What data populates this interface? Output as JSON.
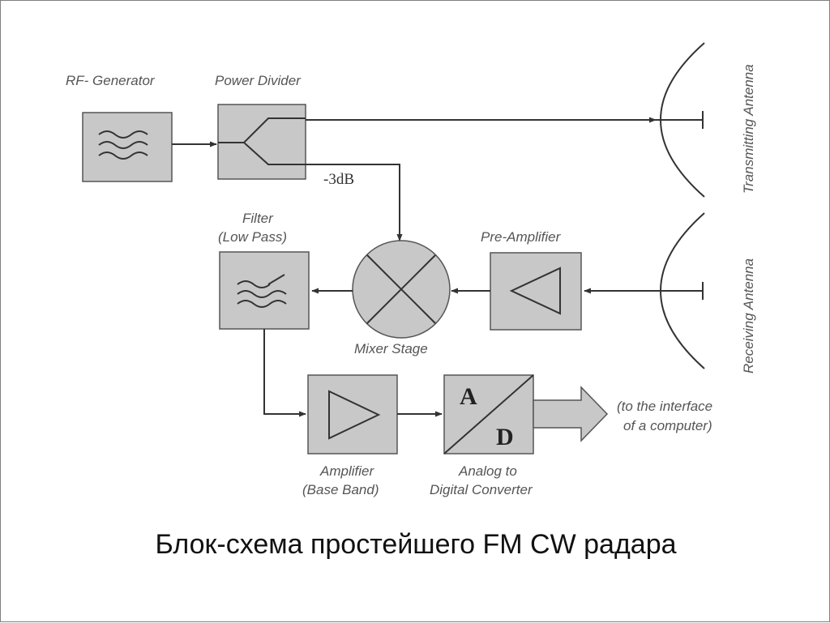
{
  "diagram": {
    "labels": {
      "rf_generator": "RF- Generator",
      "power_divider": "Power Divider",
      "minus_3db": "-3dB",
      "filter_line1": "Filter",
      "filter_line2": "(Low Pass)",
      "pre_amplifier": "Pre-Amplifier",
      "mixer_stage": "Mixer Stage",
      "transmitting_antenna": "Transmitting Antenna",
      "receiving_antenna": "Receiving Antenna",
      "adc_a": "A",
      "adc_d": "D",
      "output_line1": "(to the interface",
      "output_line2": "of a computer)",
      "amplifier_line1": "Amplifier",
      "amplifier_line2": "(Base Band)",
      "adc_line1": "Analog to",
      "adc_line2": "Digital Converter"
    },
    "colors": {
      "block_fill": "#c8c8c8",
      "block_stroke": "#555555",
      "line": "#333333"
    }
  },
  "caption": "Блок-схема простейшего FM CW радара"
}
